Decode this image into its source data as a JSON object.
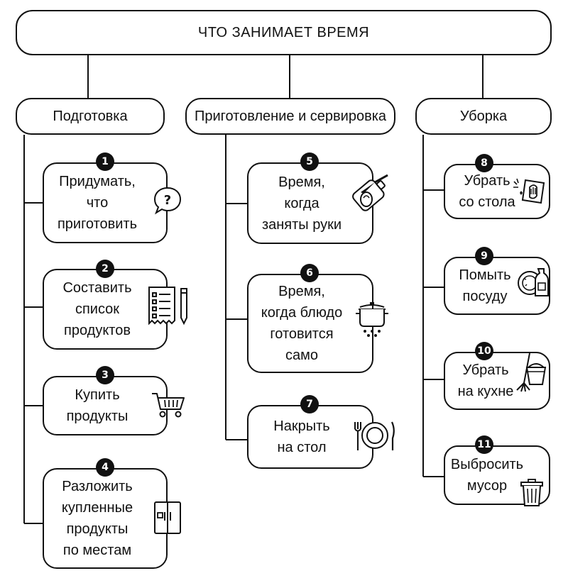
{
  "title": "ЧТО ЗАНИМАЕТ ВРЕМЯ",
  "columns": [
    {
      "label": "Подготовка",
      "items": [
        {
          "num": "1",
          "lines": [
            "Придумать,",
            "что",
            "приготовить"
          ],
          "icon": "question-bubble-icon"
        },
        {
          "num": "2",
          "lines": [
            "Составить",
            "список",
            "продуктов"
          ],
          "icon": "checklist-pencil-icon"
        },
        {
          "num": "3",
          "lines": [
            "Купить",
            "продукты"
          ],
          "icon": "shopping-cart-icon"
        },
        {
          "num": "4",
          "lines": [
            "Разложить",
            "купленные",
            "продукты",
            "по местам"
          ],
          "icon": "fridge-icon"
        }
      ]
    },
    {
      "label": "Приготовление и сервировка",
      "items": [
        {
          "num": "5",
          "lines": [
            "Время,",
            "когда",
            "заняты руки"
          ],
          "icon": "cutting-board-knife-icon"
        },
        {
          "num": "6",
          "lines": [
            "Время,",
            "когда блюдо",
            "готовится",
            "само"
          ],
          "icon": "cooking-pot-icon"
        },
        {
          "num": "7",
          "lines": [
            "Накрыть",
            "на стол"
          ],
          "icon": "plate-fork-knife-icon"
        }
      ]
    },
    {
      "label": "Уборка",
      "items": [
        {
          "num": "8",
          "lines": [
            "Убрать",
            "со стола"
          ],
          "icon": "wiping-hand-icon"
        },
        {
          "num": "9",
          "lines": [
            "Помыть",
            "посуду"
          ],
          "icon": "dish-soap-icon"
        },
        {
          "num": "10",
          "lines": [
            "Убрать",
            "на кухне"
          ],
          "icon": "bucket-mop-icon"
        },
        {
          "num": "11",
          "lines": [
            "Выбросить",
            "мусор"
          ],
          "icon": "trash-can-icon"
        }
      ]
    }
  ]
}
